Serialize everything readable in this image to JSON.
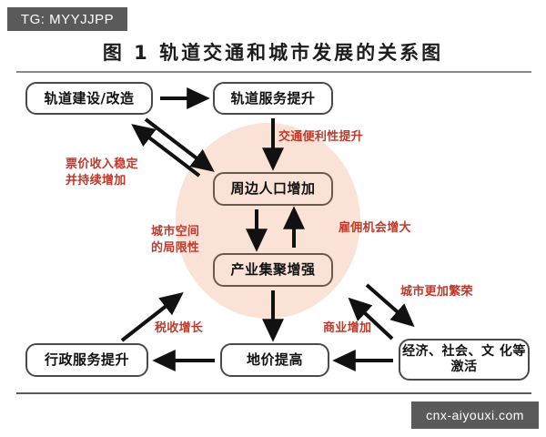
{
  "watermarks": {
    "top_left": "TG: MYYJJPP",
    "bottom_right": "cnx-aiyouxi.com"
  },
  "figure": {
    "title": "图 1  轨道交通和城市发展的关系图",
    "caption_label": "图 1",
    "caption_text": "轨道交通和城市发展的关系图"
  },
  "colors": {
    "blob_fill": "#fae3d6",
    "annotation_red": "#c0392b",
    "box_border": "#4a4a4a",
    "inner_box_border": "#6b5a4c",
    "arrow": "#111111",
    "rule": "#8a8a8a",
    "watermark_bg": "#5a5a5a"
  },
  "nodes": [
    {
      "id": "rail_build",
      "label": "轨道建设/改造"
    },
    {
      "id": "rail_service",
      "label": "轨道服务提升"
    },
    {
      "id": "population",
      "label": "周边人口增加"
    },
    {
      "id": "industry",
      "label": "产业集聚增强"
    },
    {
      "id": "admin",
      "label": "行政服务提升"
    },
    {
      "id": "land_price",
      "label": "地价提高"
    },
    {
      "id": "economy",
      "label": "经济、社会、文\n化等激活"
    }
  ],
  "annotations": [
    {
      "id": "fare",
      "label": "票价收入稳定\n并持续增加"
    },
    {
      "id": "convenience",
      "label": "交通便利性提升"
    },
    {
      "id": "urban_space",
      "label": "城市空间\n的局限性"
    },
    {
      "id": "employment",
      "label": "雇佣机会增大"
    },
    {
      "id": "tax",
      "label": "税收增长"
    },
    {
      "id": "commerce",
      "label": "商业增加"
    },
    {
      "id": "prosperity",
      "label": "城市更加繁荣"
    }
  ],
  "edges": [
    {
      "from": "rail_build",
      "to": "rail_service",
      "label": ""
    },
    {
      "from": "rail_service",
      "to": "population",
      "label": "交通便利性提升"
    },
    {
      "from": "population",
      "to": "industry",
      "label": ""
    },
    {
      "from": "industry",
      "to": "population",
      "label": "雇佣机会增大"
    },
    {
      "from": "industry",
      "to": "land_price",
      "label": ""
    },
    {
      "from": "land_price",
      "to": "admin",
      "label": "税收增长"
    },
    {
      "from": "admin",
      "to": "industry",
      "label": ""
    },
    {
      "from": "economy",
      "to": "land_price",
      "label": ""
    },
    {
      "from": "economy",
      "to": "industry",
      "label": "商业增加"
    },
    {
      "from": "industry",
      "to": "economy",
      "label": "城市更加繁荣"
    },
    {
      "from": "population",
      "to": "rail_build",
      "label": "票价收入稳定并持续增加"
    },
    {
      "from": "rail_build",
      "to": "population",
      "label": "城市空间的局限性"
    }
  ]
}
